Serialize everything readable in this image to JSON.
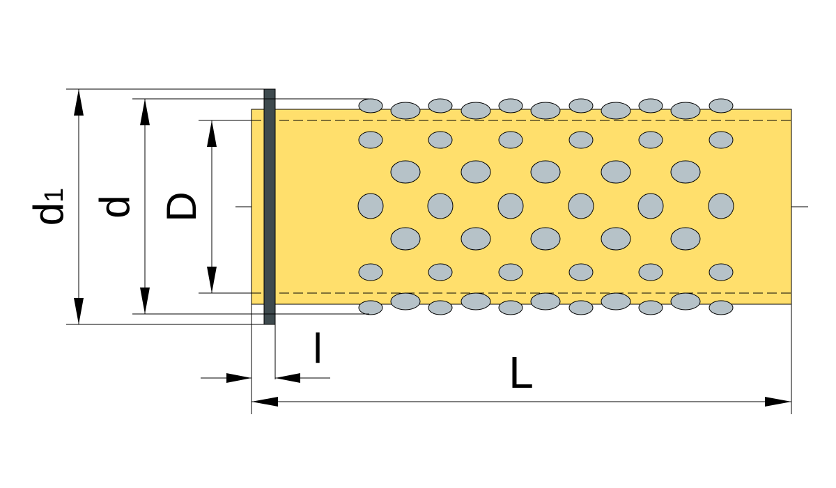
{
  "labels": {
    "d1_main": "d",
    "d1_sub": "1",
    "d": "d",
    "D": "D",
    "l": "l",
    "L": "L"
  },
  "colors": {
    "sleeve": "#FFDF6C",
    "flange": "#3E4A4E",
    "ball": "#B6C2C8",
    "line": "#000000"
  }
}
